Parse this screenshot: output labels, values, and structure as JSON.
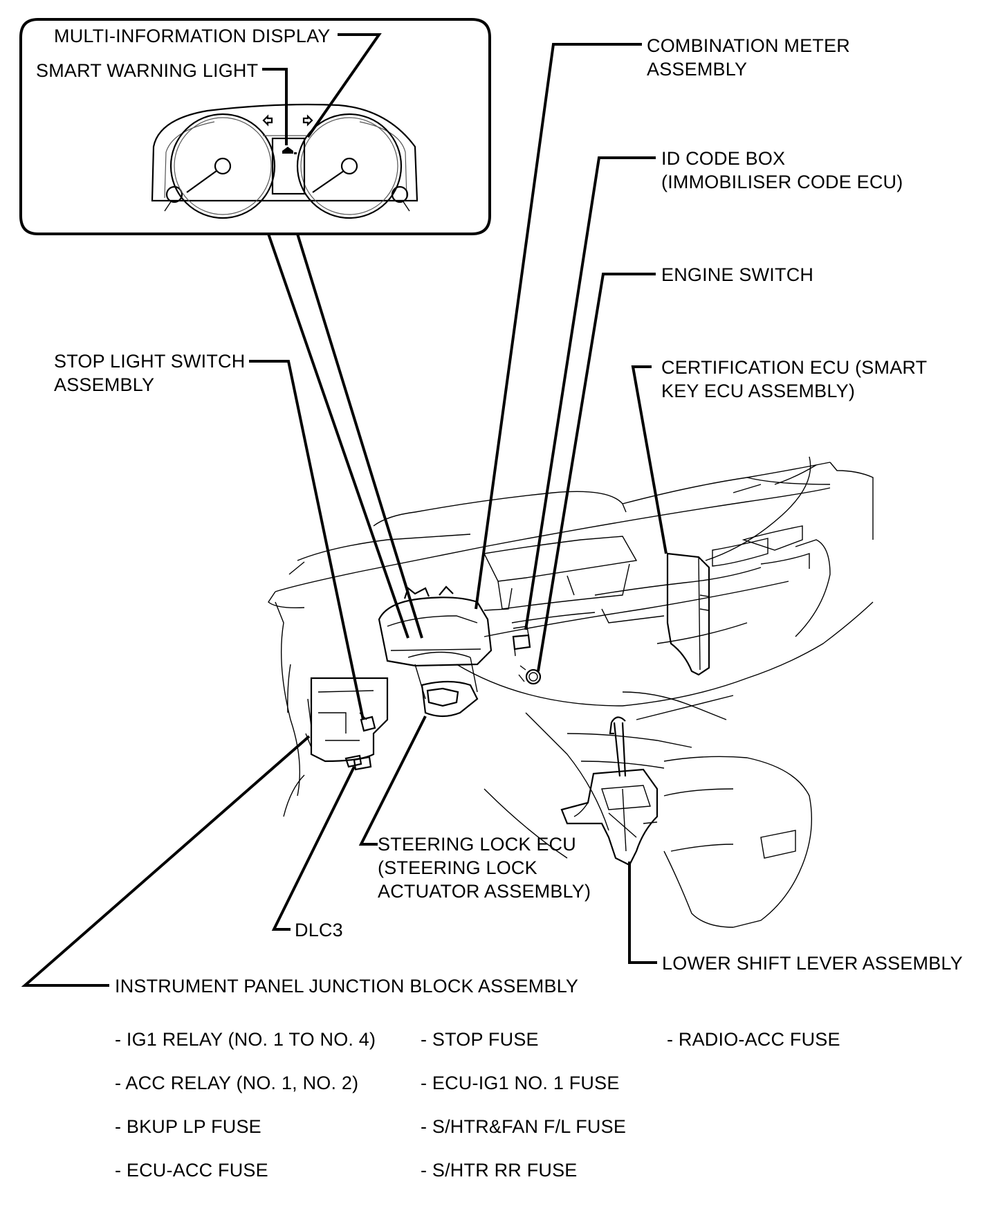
{
  "inset": {
    "multi_information_display": "MULTI-INFORMATION DISPLAY",
    "smart_warning_light": "SMART WARNING LIGHT"
  },
  "callouts": {
    "combination_meter": [
      "COMBINATION METER",
      "ASSEMBLY"
    ],
    "id_code_box": [
      "ID CODE BOX",
      "(IMMOBILISER CODE ECU)"
    ],
    "engine_switch": "ENGINE SWITCH",
    "certification_ecu": [
      "CERTIFICATION ECU (SMART",
      "KEY ECU ASSEMBLY)"
    ],
    "stop_light_switch": [
      "STOP LIGHT SWITCH",
      "ASSEMBLY"
    ],
    "steering_lock_ecu": [
      "STEERING LOCK ECU",
      "(STEERING LOCK",
      "ACTUATOR ASSEMBLY)"
    ],
    "dlc3": "DLC3",
    "lower_shift_lever": "LOWER SHIFT LEVER ASSEMBLY"
  },
  "junction_block": {
    "title": "INSTRUMENT PANEL JUNCTION BLOCK ASSEMBLY",
    "column1": [
      "- IG1 RELAY (NO. 1 TO NO. 4)",
      "- ACC RELAY (NO. 1, NO. 2)",
      "- BKUP LP FUSE",
      "- ECU-ACC FUSE"
    ],
    "column2": [
      "- STOP FUSE",
      "- ECU-IG1 NO. 1 FUSE",
      "- S/HTR&FAN F/L FUSE",
      "- S/HTR RR FUSE"
    ],
    "column3": [
      "- RADIO-ACC FUSE"
    ]
  }
}
